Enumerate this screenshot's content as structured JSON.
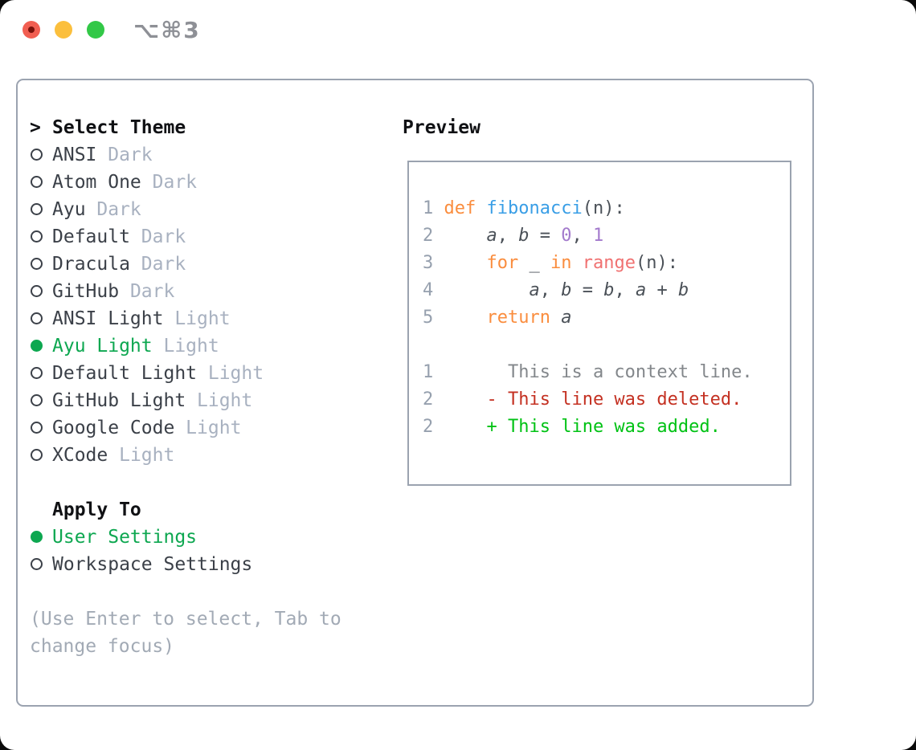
{
  "window": {
    "title": "⌥⌘3"
  },
  "traffic_lights": {
    "close": "close-button",
    "minimize": "minimize-button",
    "zoom": "zoom-button"
  },
  "theme_panel": {
    "header_marker": ">",
    "header": "Select Theme",
    "themes": [
      {
        "name": "ANSI",
        "variant": "Dark",
        "selected": false
      },
      {
        "name": "Atom One",
        "variant": "Dark",
        "selected": false
      },
      {
        "name": "Ayu",
        "variant": "Dark",
        "selected": false
      },
      {
        "name": "Default",
        "variant": "Dark",
        "selected": false
      },
      {
        "name": "Dracula",
        "variant": "Dark",
        "selected": false
      },
      {
        "name": "GitHub",
        "variant": "Dark",
        "selected": false
      },
      {
        "name": "ANSI Light",
        "variant": "Light",
        "selected": false
      },
      {
        "name": "Ayu Light",
        "variant": "Light",
        "selected": true
      },
      {
        "name": "Default Light",
        "variant": "Light",
        "selected": false
      },
      {
        "name": "GitHub Light",
        "variant": "Light",
        "selected": false
      },
      {
        "name": "Google Code",
        "variant": "Light",
        "selected": false
      },
      {
        "name": "XCode",
        "variant": "Light",
        "selected": false
      }
    ],
    "apply_to": {
      "header": "Apply To",
      "options": [
        {
          "name": "User Settings",
          "selected": true
        },
        {
          "name": "Workspace Settings",
          "selected": false
        }
      ]
    },
    "hint_lines": [
      "(Use Enter to select, Tab to",
      "change focus)"
    ]
  },
  "preview": {
    "title": "Preview",
    "lines": [
      {
        "num": "1",
        "tokens": [
          [
            "def",
            "kw"
          ],
          [
            " ",
            "fg"
          ],
          [
            "fibonacci",
            "fn"
          ],
          [
            "(n):",
            "fg"
          ]
        ]
      },
      {
        "num": "2",
        "tokens": [
          [
            "    ",
            "fg"
          ],
          [
            "a",
            "var"
          ],
          [
            ", ",
            "fg"
          ],
          [
            "b",
            "var"
          ],
          [
            " = ",
            "fg"
          ],
          [
            "0",
            "const"
          ],
          [
            ", ",
            "fg"
          ],
          [
            "1",
            "const"
          ]
        ]
      },
      {
        "num": "3",
        "tokens": [
          [
            "    ",
            "fg"
          ],
          [
            "for",
            "kw"
          ],
          [
            " _ ",
            "fg"
          ],
          [
            "in",
            "kw"
          ],
          [
            " ",
            "fg"
          ],
          [
            "range",
            "call"
          ],
          [
            "(n):",
            "fg"
          ]
        ]
      },
      {
        "num": "4",
        "tokens": [
          [
            "        ",
            "fg"
          ],
          [
            "a",
            "var"
          ],
          [
            ", ",
            "fg"
          ],
          [
            "b",
            "var"
          ],
          [
            " = ",
            "fg"
          ],
          [
            "b",
            "var"
          ],
          [
            ", ",
            "fg"
          ],
          [
            "a",
            "var"
          ],
          [
            " + ",
            "fg"
          ],
          [
            "b",
            "var"
          ]
        ]
      },
      {
        "num": "5",
        "tokens": [
          [
            "    ",
            "fg"
          ],
          [
            "return",
            "kw"
          ],
          [
            " ",
            "fg"
          ],
          [
            "a",
            "var"
          ]
        ]
      },
      {
        "num": "",
        "tokens": []
      },
      {
        "num": "1",
        "tokens": [
          [
            "      ",
            "ctx"
          ],
          [
            "This is a context line.",
            "ctx"
          ]
        ]
      },
      {
        "num": "2",
        "tokens": [
          [
            "    - ",
            "del"
          ],
          [
            "This line was deleted.",
            "del"
          ]
        ]
      },
      {
        "num": "2",
        "tokens": [
          [
            "    + ",
            "add"
          ],
          [
            "This line was added.",
            "add"
          ]
        ]
      }
    ]
  },
  "colors": {
    "selection_green": "#0da750",
    "diff_added": "#00c214",
    "diff_deleted": "#c43122",
    "keyword_orange": "#fa8d3e",
    "function_blue": "#399ee6",
    "constant_purple": "#a37acc",
    "call_coral": "#f07171",
    "line_number_gray": "#96a0ae",
    "variant_gray": "#a8b1c0",
    "panel_border": "#9ba3b0",
    "traffic_red": "#f15e51",
    "traffic_yellow": "#fbbf3d",
    "traffic_green": "#32c847"
  }
}
